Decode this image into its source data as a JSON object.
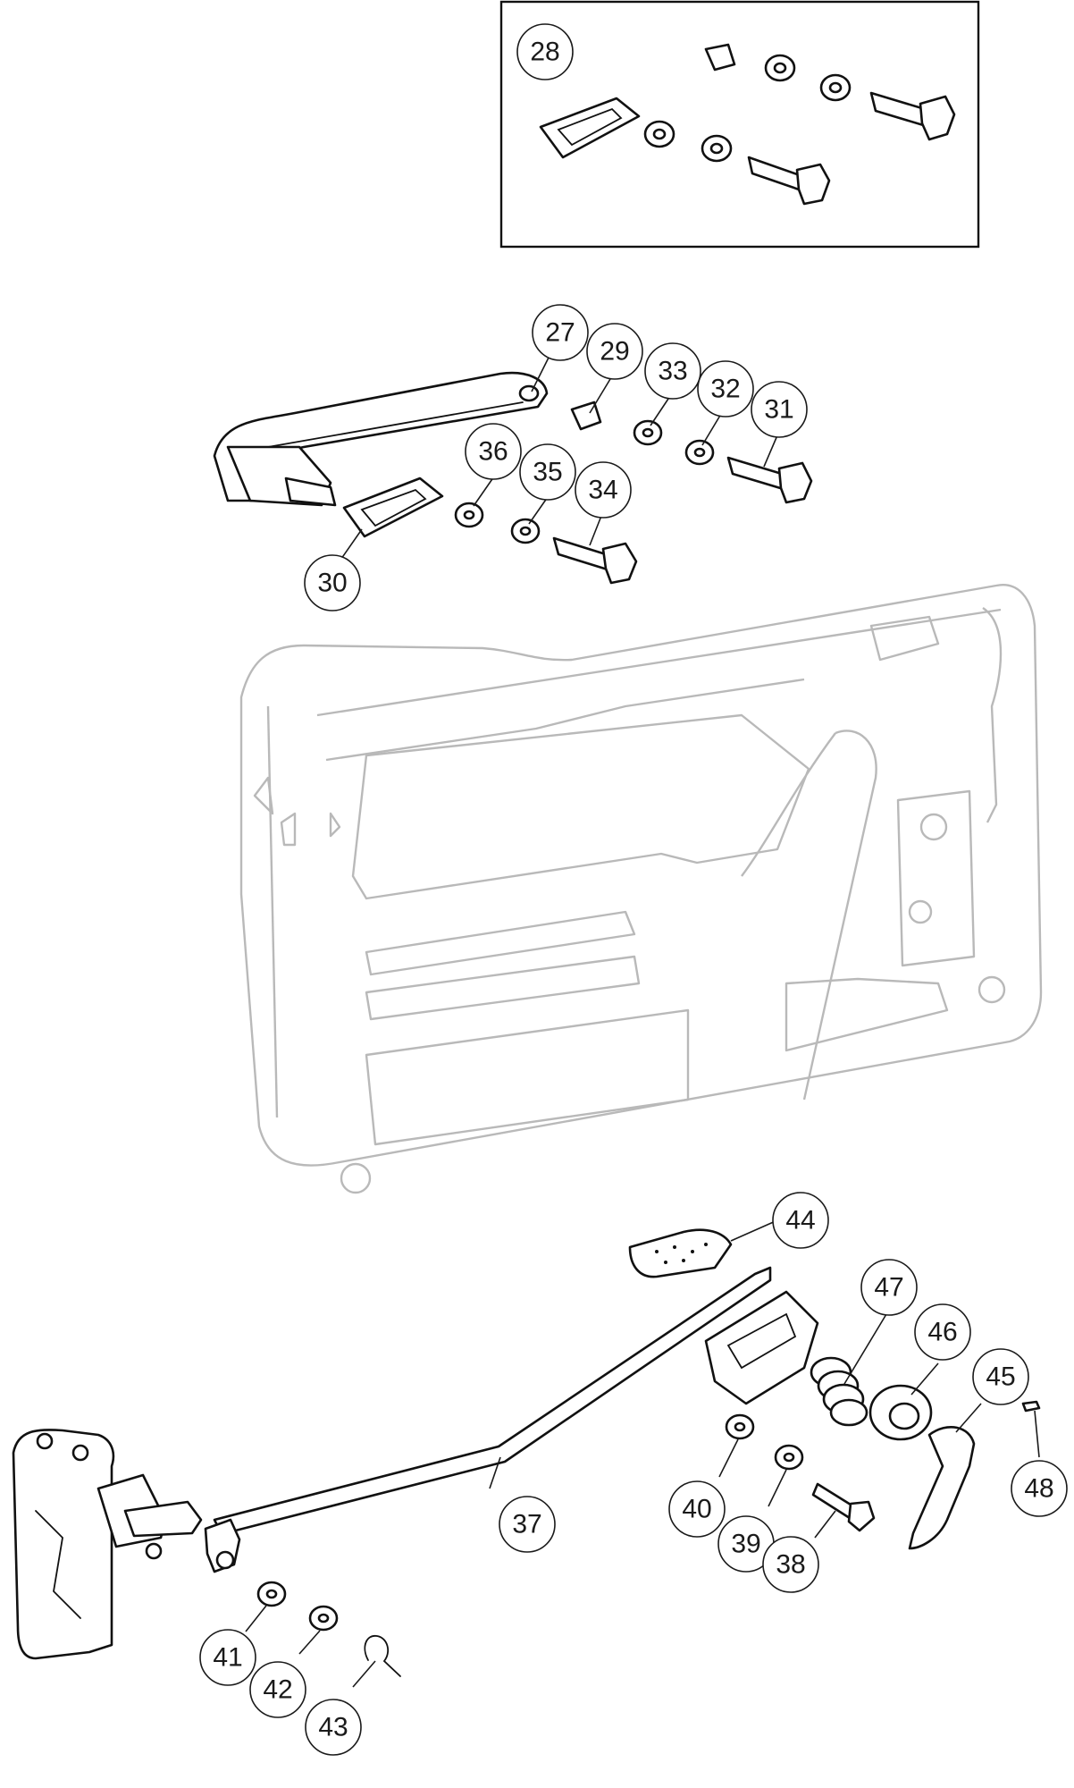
{
  "diagram": {
    "callouts": [
      {
        "id": "28",
        "label": "28"
      },
      {
        "id": "27",
        "label": "27"
      },
      {
        "id": "29",
        "label": "29"
      },
      {
        "id": "33",
        "label": "33"
      },
      {
        "id": "32",
        "label": "32"
      },
      {
        "id": "31",
        "label": "31"
      },
      {
        "id": "36",
        "label": "36"
      },
      {
        "id": "35",
        "label": "35"
      },
      {
        "id": "34",
        "label": "34"
      },
      {
        "id": "30",
        "label": "30"
      },
      {
        "id": "44",
        "label": "44"
      },
      {
        "id": "47",
        "label": "47"
      },
      {
        "id": "46",
        "label": "46"
      },
      {
        "id": "45",
        "label": "45"
      },
      {
        "id": "48",
        "label": "48"
      },
      {
        "id": "40",
        "label": "40"
      },
      {
        "id": "39",
        "label": "39"
      },
      {
        "id": "38",
        "label": "38"
      },
      {
        "id": "37",
        "label": "37"
      },
      {
        "id": "41",
        "label": "41"
      },
      {
        "id": "42",
        "label": "42"
      },
      {
        "id": "43",
        "label": "43"
      }
    ],
    "colors": {
      "ink": "#111111",
      "panel": "#b9b9b9",
      "background": "#ffffff"
    }
  }
}
